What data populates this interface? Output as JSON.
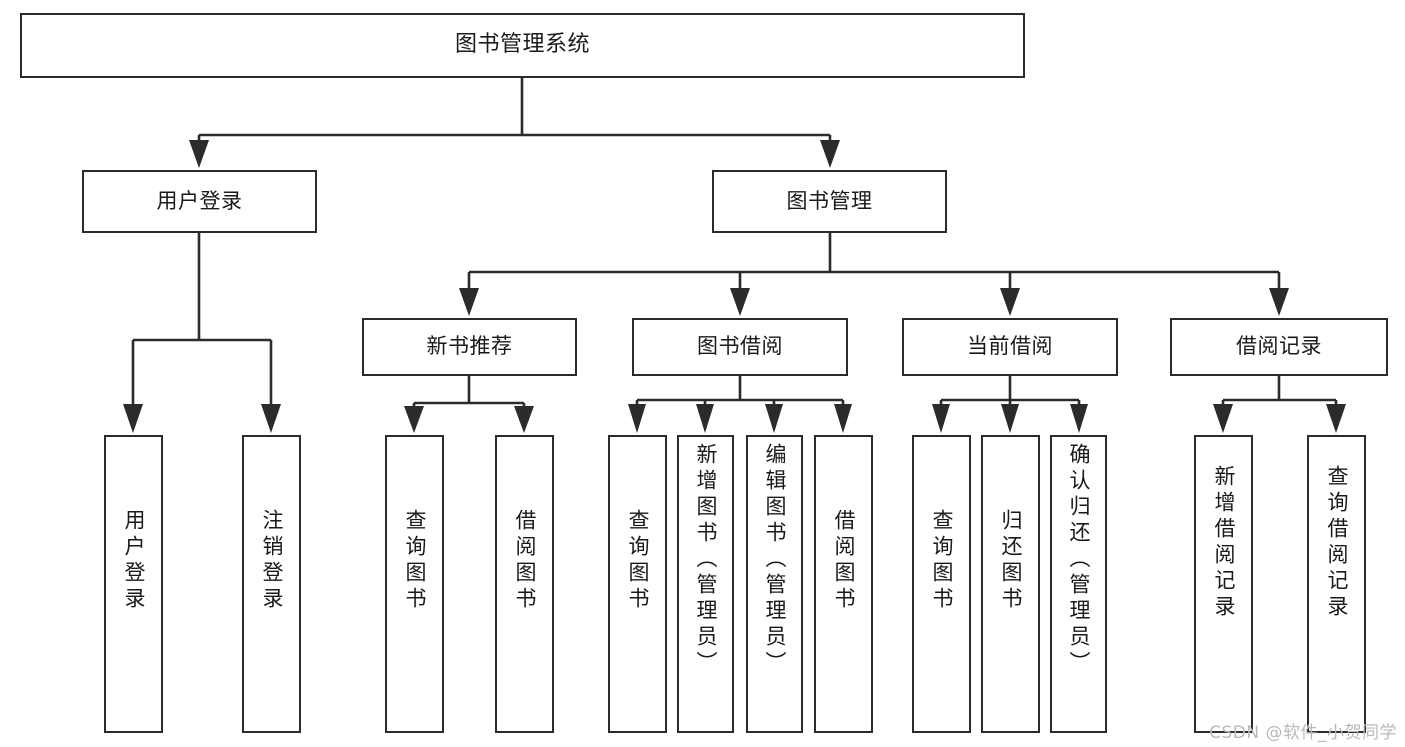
{
  "diagram": {
    "title": "图书管理系统",
    "type": "tree",
    "colors": {
      "stroke": "#2b2b2b",
      "fill": "#ffffff",
      "text": "#1a1a1a",
      "watermark": "#b9b9b9"
    },
    "nodes": {
      "root": {
        "label": "图书管理系统"
      },
      "level2": [
        {
          "id": "user-login",
          "label": "用户登录"
        },
        {
          "id": "book-manage",
          "label": "图书管理"
        }
      ],
      "level3": [
        {
          "id": "new-book-recommend",
          "label": "新书推荐"
        },
        {
          "id": "book-borrow",
          "label": "图书借阅"
        },
        {
          "id": "current-borrow",
          "label": "当前借阅"
        },
        {
          "id": "borrow-record",
          "label": "借阅记录"
        }
      ],
      "leaves": [
        {
          "id": "leaf-user-login",
          "label": "用户登录",
          "parent": "user-login"
        },
        {
          "id": "leaf-logout",
          "label": "注销登录",
          "parent": "user-login"
        },
        {
          "id": "leaf-query-book-1",
          "label": "查询图书",
          "parent": "new-book-recommend"
        },
        {
          "id": "leaf-borrow-book-1",
          "label": "借阅图书",
          "parent": "new-book-recommend"
        },
        {
          "id": "leaf-query-book-2",
          "label": "查询图书",
          "parent": "book-borrow"
        },
        {
          "id": "leaf-add-book",
          "label": "新增图书（管理员）",
          "parent": "book-borrow"
        },
        {
          "id": "leaf-edit-book",
          "label": "编辑图书（管理员）",
          "parent": "book-borrow"
        },
        {
          "id": "leaf-borrow-book-2",
          "label": "借阅图书",
          "parent": "book-borrow"
        },
        {
          "id": "leaf-query-book-3",
          "label": "查询图书",
          "parent": "current-borrow"
        },
        {
          "id": "leaf-return-book",
          "label": "归还图书",
          "parent": "current-borrow"
        },
        {
          "id": "leaf-confirm-return",
          "label": "确认归还（管理员）",
          "parent": "current-borrow"
        },
        {
          "id": "leaf-add-record",
          "label": "新增借阅记录",
          "parent": "borrow-record"
        },
        {
          "id": "leaf-query-record",
          "label": "查询借阅记录",
          "parent": "borrow-record"
        }
      ]
    },
    "watermark": "CSDN @软件_小贺同学"
  }
}
